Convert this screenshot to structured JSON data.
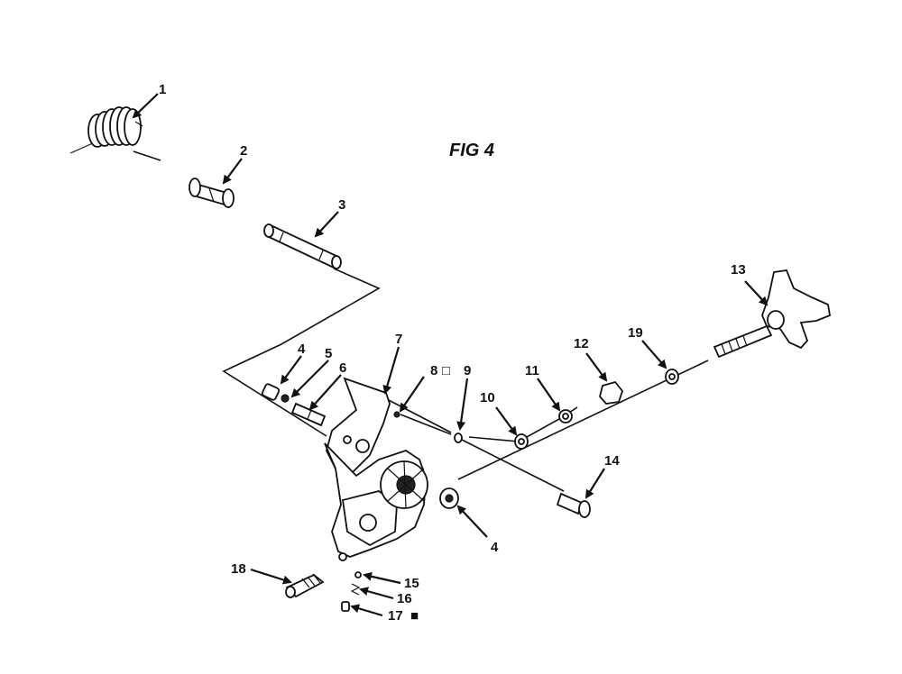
{
  "figure": {
    "title": "FIG 4"
  },
  "callouts": [
    {
      "id": "1",
      "label": "1"
    },
    {
      "id": "2",
      "label": "2"
    },
    {
      "id": "3",
      "label": "3"
    },
    {
      "id": "4a",
      "label": "4"
    },
    {
      "id": "5",
      "label": "5"
    },
    {
      "id": "6",
      "label": "6"
    },
    {
      "id": "7",
      "label": "7"
    },
    {
      "id": "8",
      "label": "8",
      "marker": "□"
    },
    {
      "id": "9",
      "label": "9"
    },
    {
      "id": "10",
      "label": "10"
    },
    {
      "id": "11",
      "label": "11"
    },
    {
      "id": "12",
      "label": "12"
    },
    {
      "id": "13",
      "label": "13"
    },
    {
      "id": "14",
      "label": "14"
    },
    {
      "id": "4b",
      "label": "4"
    },
    {
      "id": "15",
      "label": "15"
    },
    {
      "id": "16",
      "label": "16"
    },
    {
      "id": "17",
      "label": "17",
      "marker": "■"
    },
    {
      "id": "18",
      "label": "18"
    },
    {
      "id": "19",
      "label": "19"
    }
  ]
}
